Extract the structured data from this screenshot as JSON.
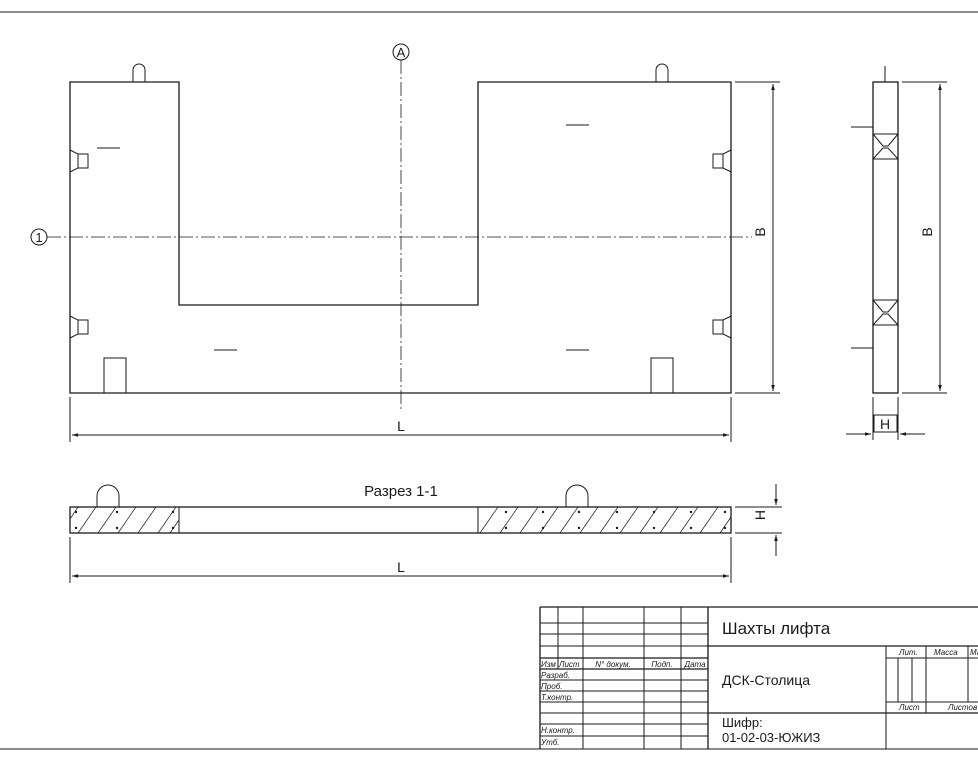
{
  "axes": {
    "vertical": "А",
    "horizontal": "1"
  },
  "dimensions": {
    "front_length": "L",
    "front_height": "B",
    "side_height": "B",
    "side_thickness": "H",
    "section_length": "L",
    "section_thickness": "H"
  },
  "section_title": "Разрез 1-1",
  "title_block": {
    "title": "Шахты лифта",
    "organization": "ДСК-Столица",
    "code_label": "Шифр:",
    "code": "01-02-03-ЮЖИЗ",
    "col_headers": [
      "Изм",
      "Лист",
      "N° докум.",
      "Подп.",
      "Дата"
    ],
    "rows": [
      "Разраб.",
      "Проб.",
      "Т.контр.",
      "Н.контр.",
      "Утб."
    ],
    "lit": "Лит.",
    "mass": "Масса",
    "scale": "Ма",
    "sheet": "Лист",
    "sheets": "Листов"
  }
}
